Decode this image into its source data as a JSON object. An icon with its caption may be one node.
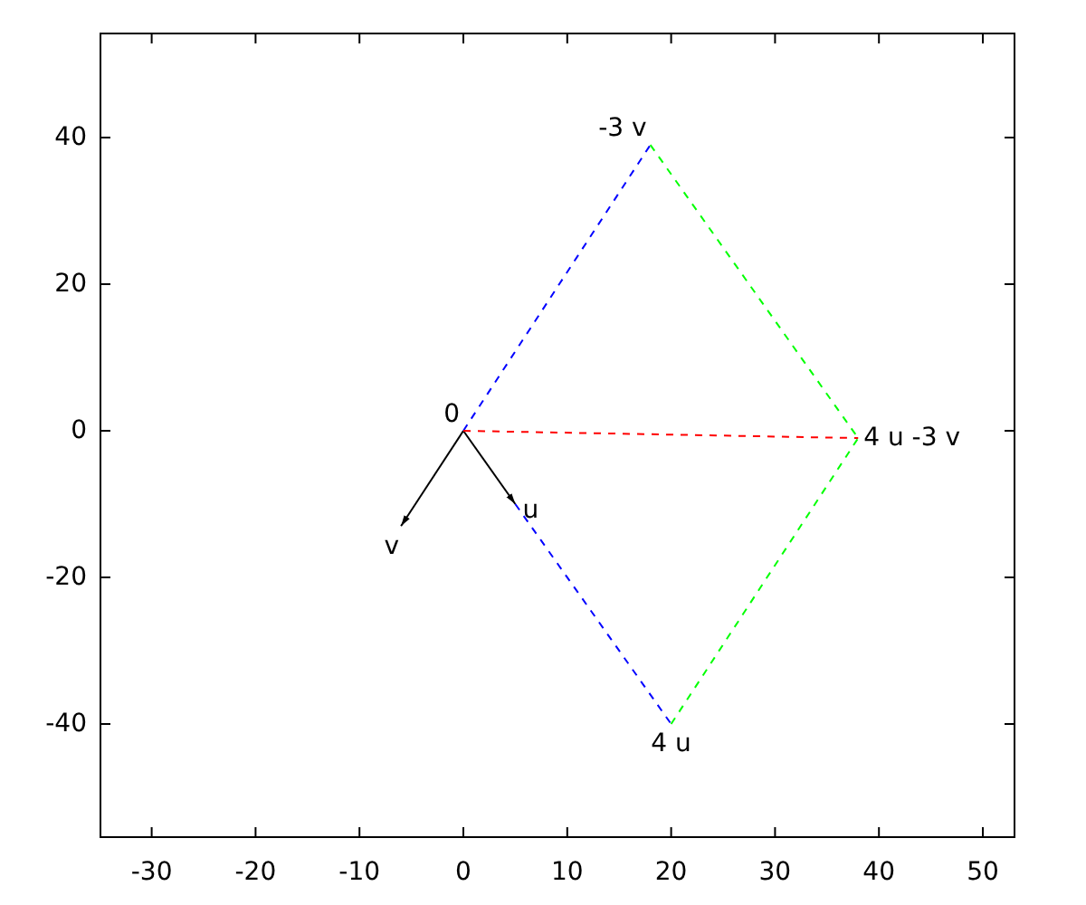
{
  "diagram": {
    "nodes": [
      {
        "text": [
          "0"
        ]
      },
      {
        "text": [
          "-3 v"
        ]
      },
      {
        "text": [
          "4 u -3 v"
        ]
      },
      {
        "text": [
          "v"
        ]
      },
      {
        "text": [
          "u"
        ]
      },
      {
        "text": [
          "4 u"
        ]
      }
    ],
    "edges": [
      {
        "from": 0,
        "to": 4,
        "arrow": "to"
      },
      {
        "from": 0,
        "to": 3,
        "arrow": "to"
      },
      {
        "from": 0,
        "to": 1,
        "arrow": "none",
        "style": "dashed",
        "color": "#0000ff"
      },
      {
        "from": 4,
        "to": 5,
        "arrow": "none",
        "style": "dashed",
        "color": "#0000ff"
      },
      {
        "from": 1,
        "to": 2,
        "arrow": "none",
        "style": "dashed",
        "color": "#00ff00"
      },
      {
        "from": 5,
        "to": 2,
        "arrow": "none",
        "style": "dashed",
        "color": "#00ff00"
      },
      {
        "from": 0,
        "to": 2,
        "arrow": "none",
        "style": "dashed",
        "color": "#ff0000"
      }
    ],
    "labels": [
      "40",
      "20",
      "0",
      "-20",
      "-40",
      "-30",
      "-20",
      "-10",
      "0",
      "10",
      "20",
      "30",
      "40",
      "50"
    ]
  }
}
